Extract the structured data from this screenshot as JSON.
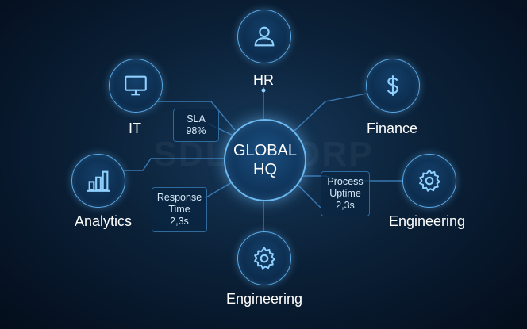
{
  "watermark": "SDLC CORP",
  "hub": {
    "line1": "GLOBAL",
    "line2": "HQ"
  },
  "nodes": {
    "hr": {
      "label": "HR",
      "icon": "user-icon"
    },
    "it": {
      "label": "IT",
      "icon": "monitor-icon"
    },
    "finance": {
      "label": "Finance",
      "icon": "dollar-icon"
    },
    "analytics": {
      "label": "Analytics",
      "icon": "bar-chart-icon"
    },
    "engineering_right": {
      "label": "Engineering",
      "icon": "gear-icon"
    },
    "engineering_bottom": {
      "label": "Engineering",
      "icon": "gear-icon"
    }
  },
  "metrics": {
    "sla": {
      "line1": "SLA",
      "line2": "98%"
    },
    "response": {
      "line1": "Response",
      "line2": "Time",
      "line3": "2,3s"
    },
    "process": {
      "line1": "Process",
      "line2": "Uptime",
      "line3": "2,3s"
    }
  },
  "colors": {
    "accent": "#5aa9e6",
    "line": "#3f86c4",
    "background": "#0b2138"
  }
}
